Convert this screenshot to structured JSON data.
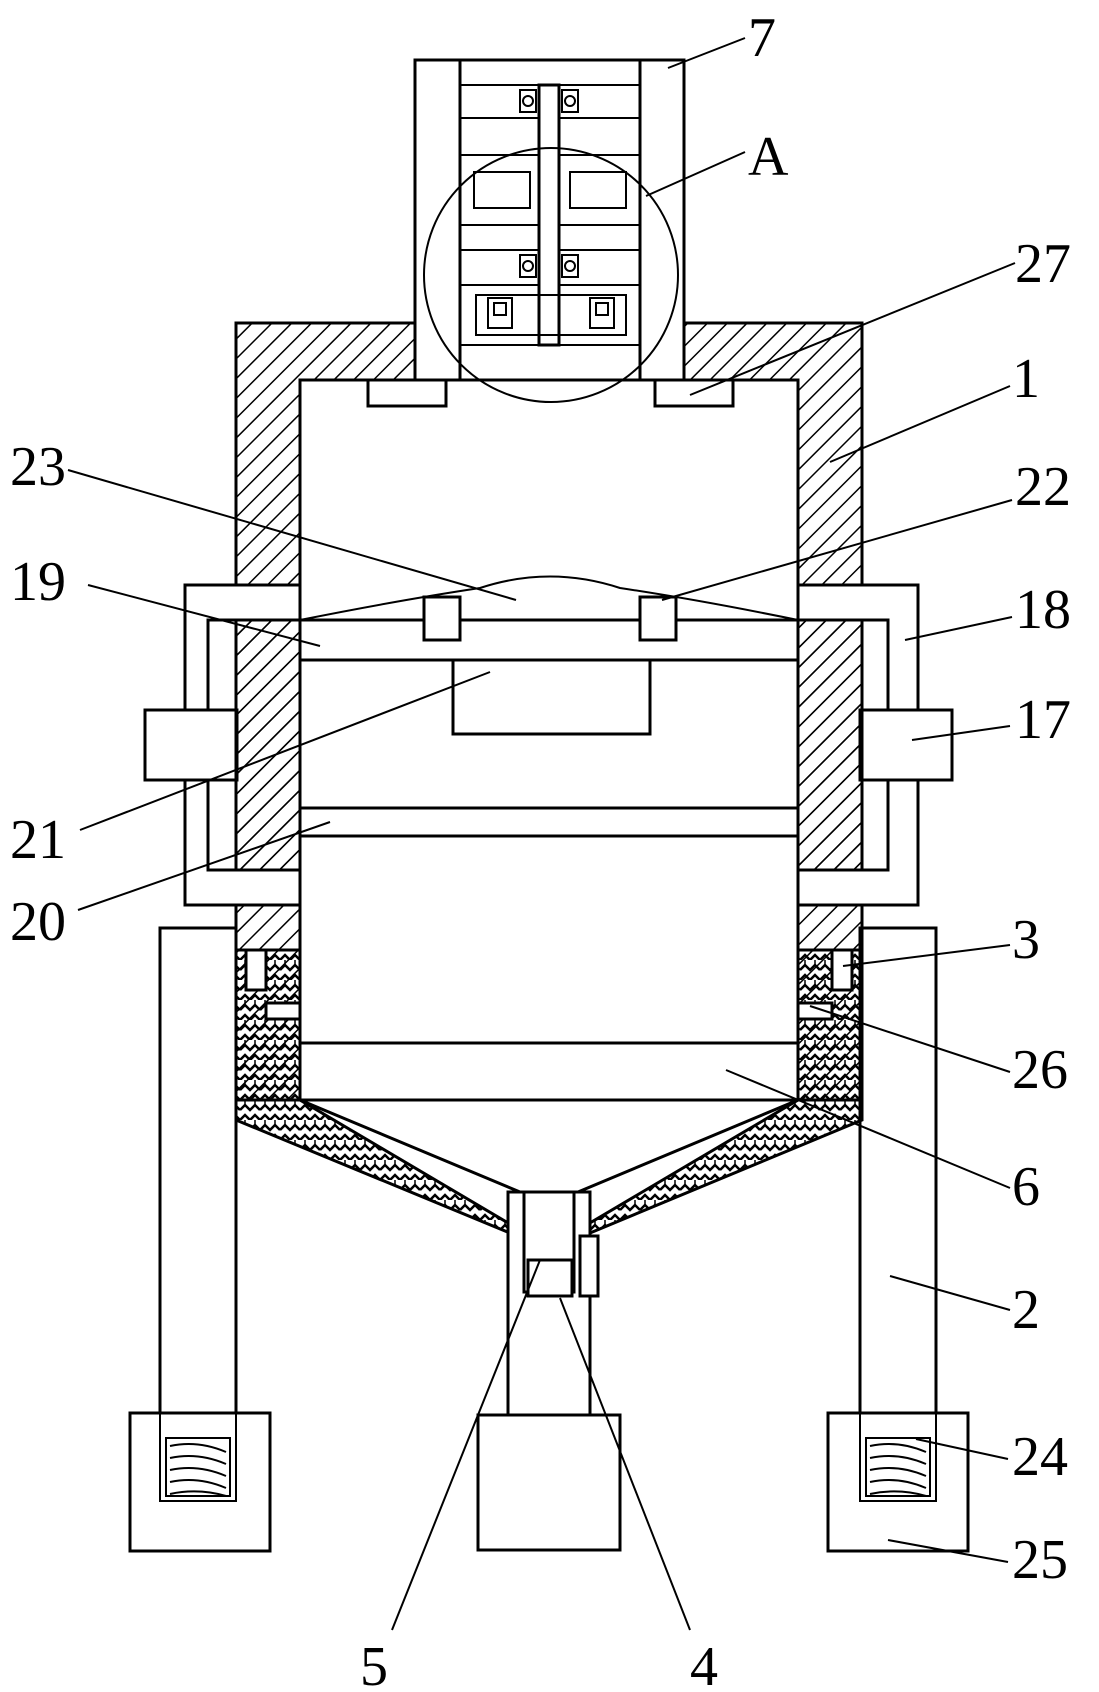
{
  "labels": {
    "l7": "7",
    "lA": "A",
    "l27": "27",
    "l1": "1",
    "l23": "23",
    "l22": "22",
    "l19": "19",
    "l18": "18",
    "l17": "17",
    "l21": "21",
    "l20": "20",
    "l3": "3",
    "l26": "26",
    "l6": "6",
    "l2": "2",
    "l24": "24",
    "l25": "25",
    "l5": "5",
    "l4": "4"
  }
}
